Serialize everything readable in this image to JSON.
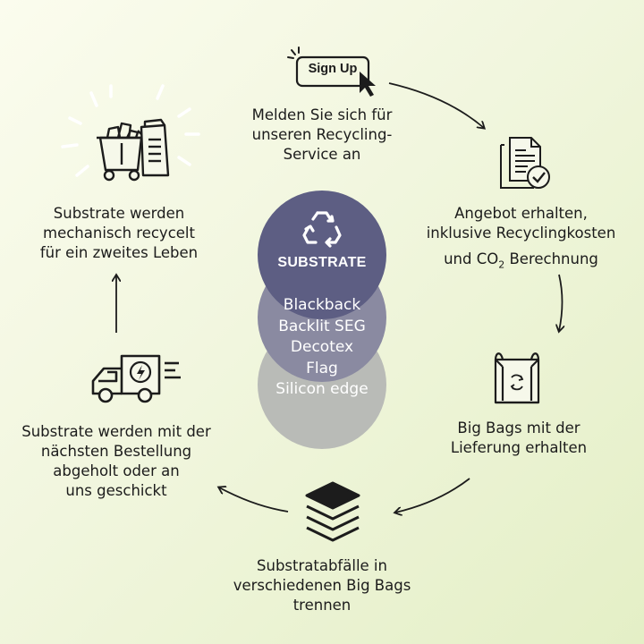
{
  "colors": {
    "circle_top": "#5d5e83",
    "circle_mid": "#8a8aa1",
    "circle_bottom": "#b9bbb7",
    "text": "#1c1c1c",
    "center_text": "#ffffff"
  },
  "center": {
    "icon": "recycle-icon",
    "brand": "SUBSTRATE",
    "materials": [
      "Blackback",
      "Backlit SEG",
      "Decotex",
      "Flag",
      "Silicon edge"
    ]
  },
  "steps": {
    "signup": {
      "icon": "sign-up-button-cursor-icon",
      "button_label": "Sign Up",
      "lines": [
        "Melden Sie sich für",
        "unseren Recycling-",
        "Service an"
      ]
    },
    "offer": {
      "icon": "document-check-icon",
      "lines": [
        "Angebot erhalten,",
        "inklusive Recyclingkosten"
      ],
      "line3_pre": "und CO",
      "line3_sub": "2",
      "line3_post": " Berechnung"
    },
    "bigbags": {
      "icon": "big-bag-recycle-icon",
      "lines": [
        "Big Bags mit der",
        "Lieferung erhalten"
      ]
    },
    "separate": {
      "icon": "layers-stack-icon",
      "lines": [
        "Substratabfälle in",
        "verschiedenen Big Bags",
        "trennen"
      ]
    },
    "pickup": {
      "icon": "delivery-truck-icon",
      "lines": [
        "Substrate werden mit der",
        "nächsten Bestellung",
        "abgeholt oder an",
        "uns geschickt"
      ]
    },
    "recycle": {
      "icon": "recycling-bin-bag-icon",
      "lines": [
        "Substrate werden",
        "mechanisch recycelt",
        "für ein zweites Leben"
      ]
    }
  }
}
